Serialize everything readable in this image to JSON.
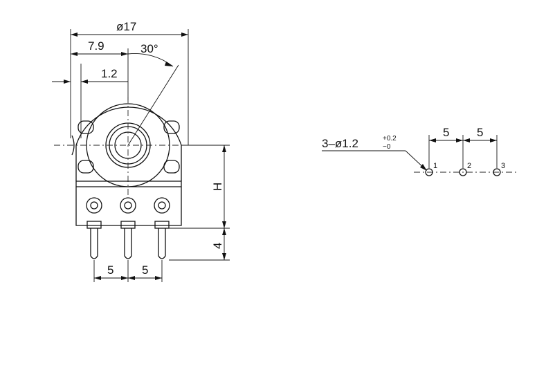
{
  "front_view": {
    "dim_diameter": "ø17",
    "dim_offset": "7.9",
    "dim_angle": "30°",
    "dim_lug": "1.2",
    "dim_height": "H",
    "dim_pin_length": "4",
    "dim_pitch_1": "5",
    "dim_pitch_2": "5"
  },
  "pcb_layout": {
    "hole_spec_main": "3–ø1.2",
    "hole_tol_upper": "+0.2",
    "hole_tol_lower": "−0",
    "pitch_1": "5",
    "pitch_2": "5",
    "pins": [
      "1",
      "2",
      "3"
    ]
  }
}
